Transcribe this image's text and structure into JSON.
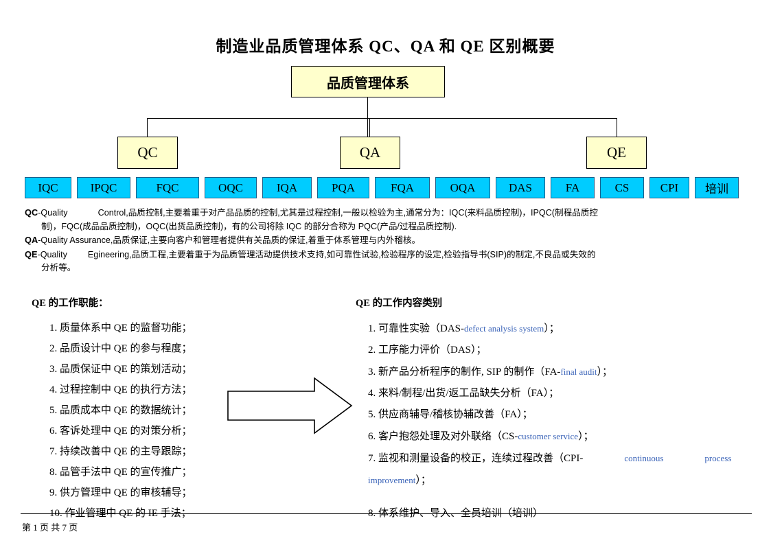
{
  "document": {
    "title": "制造业品质管理体系 QC、QA 和 QE 区别概要",
    "footer": "第 1 页 共 7 页"
  },
  "tree": {
    "root": "品质管理体系",
    "mid": [
      {
        "label": "QC"
      },
      {
        "label": "QA"
      },
      {
        "label": "QE"
      }
    ],
    "leaves": [
      {
        "label": "IQC",
        "width": 68
      },
      {
        "label": "IPQC",
        "width": 78
      },
      {
        "label": "FQC",
        "width": 92
      },
      {
        "label": "OQC",
        "width": 76
      },
      {
        "label": "IQA",
        "width": 72
      },
      {
        "label": "PQA",
        "width": 76
      },
      {
        "label": "FQA",
        "width": 80
      },
      {
        "label": "OQA",
        "width": 80
      },
      {
        "label": "DAS",
        "width": 72
      },
      {
        "label": "FA",
        "width": 64
      },
      {
        "label": "CS",
        "width": 64
      },
      {
        "label": "CPI",
        "width": 58
      },
      {
        "label": "培训",
        "width": 64
      }
    ],
    "colors": {
      "node_fill": "#ffffcc",
      "leaf_fill": "#00ccff",
      "leaf_border": "#1c5f8b",
      "line": "#000000"
    }
  },
  "definitions": [
    {
      "tag": "QC",
      "line1_a": "-Quality",
      "line1_b": "Control,品质控制,主要着重于对产品品质的控制,尤其是过程控制,一般以检验为主,通常分为：IQC(来料品质控制)，IPQC(制程品质控",
      "line2": "制)，FQC(成品品质控制)，OQC(出货品质控制)，有的公司将除 IQC 的部分合称为 PQC(产品/过程品质控制)."
    },
    {
      "tag": "QA",
      "line1_a": "-Quality Assurance,品质保证,主要向客户和管理者提供有关品质的保证,着重于体系管理与内外稽核。",
      "line1_b": "",
      "line2": ""
    },
    {
      "tag": "QE",
      "line1_a": "-Quality",
      "line1_b": "Egineering,品质工程,主要着重于为品质管理活动提供技术支持,如可靠性试验,检验程序的设定,检验指导书(SIP)的制定,不良品或失效的",
      "line2": "分析等。"
    }
  ],
  "left_column": {
    "heading": "QE 的工作职能：",
    "items": [
      "1. 质量体系中 QE 的监督功能；",
      "2. 品质设计中 QE 的参与程度；",
      "3. 品质保证中 QE 的策划活动；",
      "4. 过程控制中 QE 的执行方法；",
      "5. 品质成本中 QE 的数据统计；",
      "6. 客诉处理中 QE 的对策分析；",
      "7. 持续改善中 QE 的主导跟踪；",
      "8. 品管手法中 QE 的宣传推广；",
      "9. 供方管理中 QE 的审核辅导；",
      "10. 作业管理中 QE 的 IE 手法；"
    ]
  },
  "right_column": {
    "heading": "QE 的工作内容类别",
    "items": [
      {
        "cn_pre": "1. 可靠性实验（DAS-",
        "en": "defect analysis system",
        "cn_post": "）；"
      },
      {
        "cn_pre": "2. 工序能力评价（DAS）；",
        "en": "",
        "cn_post": ""
      },
      {
        "cn_pre": "3. 新产品分析程序的制作, SIP 的制作（FA-",
        "en": "final audit",
        "cn_post": "）；"
      },
      {
        "cn_pre": "4. 来料/制程/出货/返工品缺失分析（FA）；",
        "en": "",
        "cn_post": ""
      },
      {
        "cn_pre": "5. 供应商辅导/稽核协辅改善（FA）；",
        "en": "",
        "cn_post": ""
      },
      {
        "cn_pre": "6. 客户抱怨处理及对外联络（CS-",
        "en": "customer service",
        "cn_post": "）；"
      }
    ],
    "item7": {
      "cn_pre": "7. 监视和测量设备的校正，连续过程改善（CPI-",
      "en_1": "continuous",
      "en_2": "process",
      "en_3": "improvement",
      "cn_post": "）；"
    },
    "item8_clipped": "8. 体系维护、导入、全员培训（培训）",
    "accent_color": "#3a63b8"
  },
  "arrow": {
    "name": "right-arrow",
    "stroke": "#000000"
  }
}
